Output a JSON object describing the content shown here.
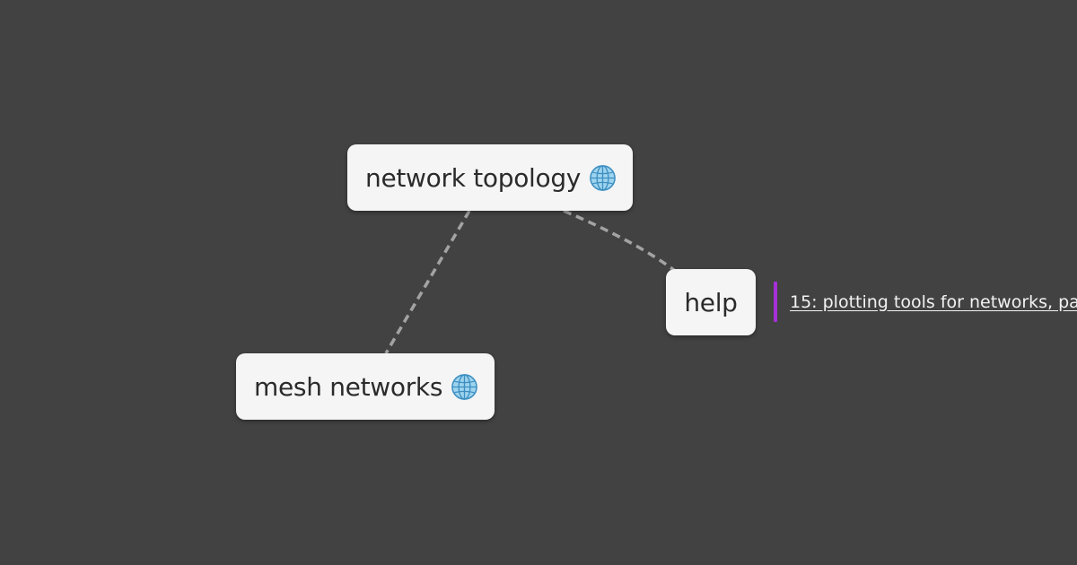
{
  "nodes": {
    "root": {
      "label": "network topology",
      "icon": "globe-icon"
    },
    "help": {
      "label": "help"
    },
    "mesh": {
      "label": "mesh networks",
      "icon": "globe-icon"
    }
  },
  "note": {
    "link_text": "15: plotting tools for networks, pa",
    "accent_color": "#a52fd8"
  },
  "colors": {
    "background": "#424242",
    "node_fill": "#f5f5f5",
    "edge": "#a3a3a3"
  }
}
